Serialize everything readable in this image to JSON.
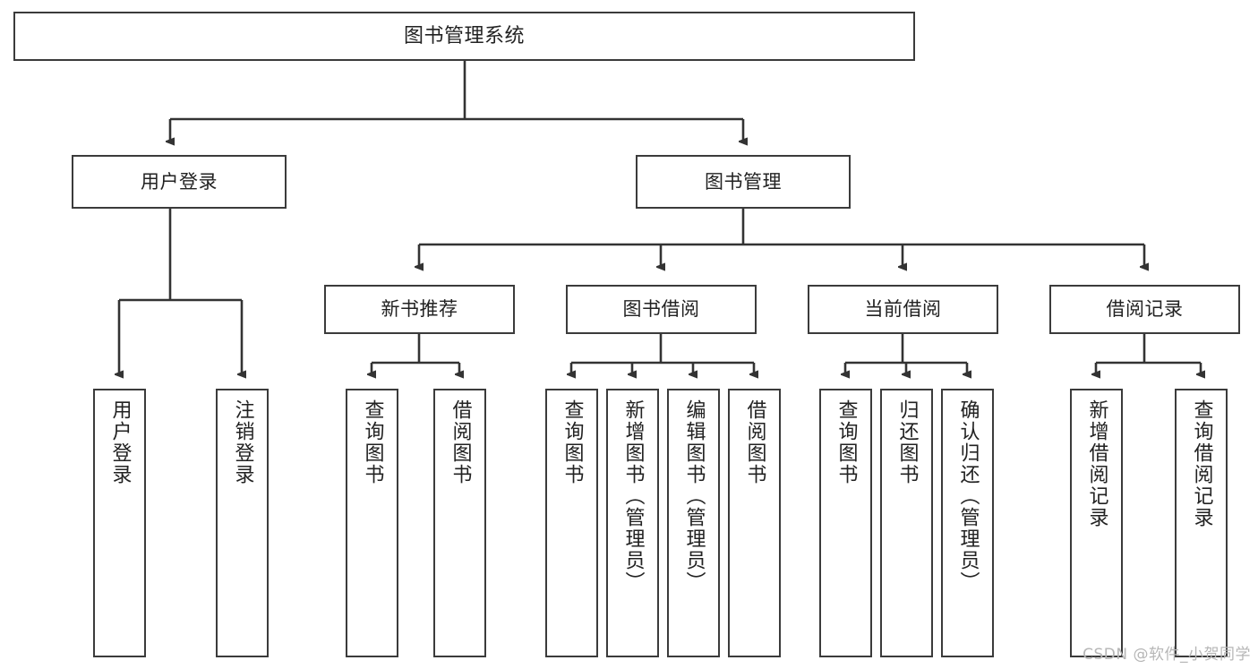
{
  "diagram": {
    "title": "图书管理系统",
    "type": "tree-hierarchy-functional-structure",
    "root": {
      "label": "图书管理系统"
    },
    "level2": [
      {
        "label": "用户登录"
      },
      {
        "label": "图书管理"
      }
    ],
    "level3": [
      {
        "label": "新书推荐"
      },
      {
        "label": "图书借阅"
      },
      {
        "label": "当前借阅"
      },
      {
        "label": "借阅记录"
      }
    ],
    "leaves": {
      "user_login": [
        {
          "label": "用户登录"
        },
        {
          "label": "注销登录"
        }
      ],
      "new_book_recommend": [
        {
          "label": "查询图书"
        },
        {
          "label": "借阅图书"
        }
      ],
      "book_borrow": [
        {
          "label": "查询图书"
        },
        {
          "label": "新增图书（管理员）"
        },
        {
          "label": "编辑图书（管理员）"
        },
        {
          "label": "借阅图书"
        }
      ],
      "current_borrow": [
        {
          "label": "查询图书"
        },
        {
          "label": "归还图书"
        },
        {
          "label": "确认归还（管理员）"
        }
      ],
      "borrow_record": [
        {
          "label": "新增借阅记录"
        },
        {
          "label": "查询借阅记录"
        }
      ]
    },
    "watermark": "CSDN @软件_小贺同学",
    "colors": {
      "border": "#3b3b3b",
      "text": "#222222",
      "background": "#ffffff",
      "watermark": "#b6b6b6"
    }
  }
}
